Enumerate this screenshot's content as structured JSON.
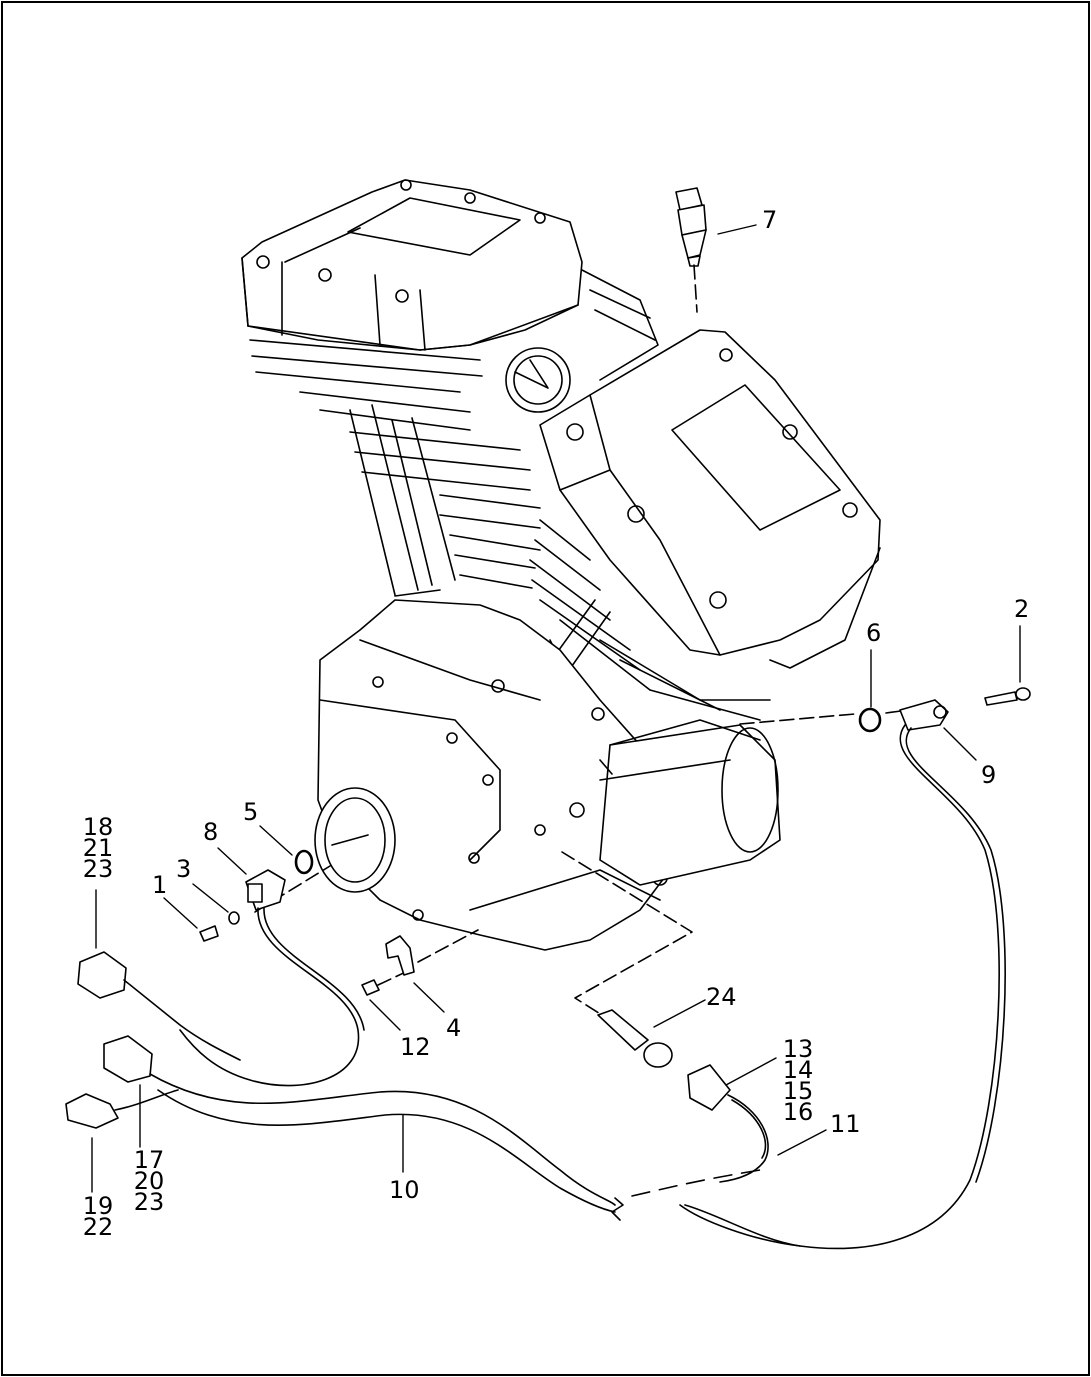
{
  "callouts": {
    "c1": "1",
    "c2": "2",
    "c3": "3",
    "c4": "4",
    "c5": "5",
    "c6": "6",
    "c7": "7",
    "c8": "8",
    "c9": "9",
    "c10": "10",
    "c11": "11",
    "c12": "12",
    "c24": "24",
    "s18": [
      "18",
      "21",
      "23"
    ],
    "s17": [
      "17",
      "20",
      "23"
    ],
    "s19": [
      "19",
      "22"
    ],
    "s13": [
      "13",
      "14",
      "15",
      "16"
    ]
  }
}
